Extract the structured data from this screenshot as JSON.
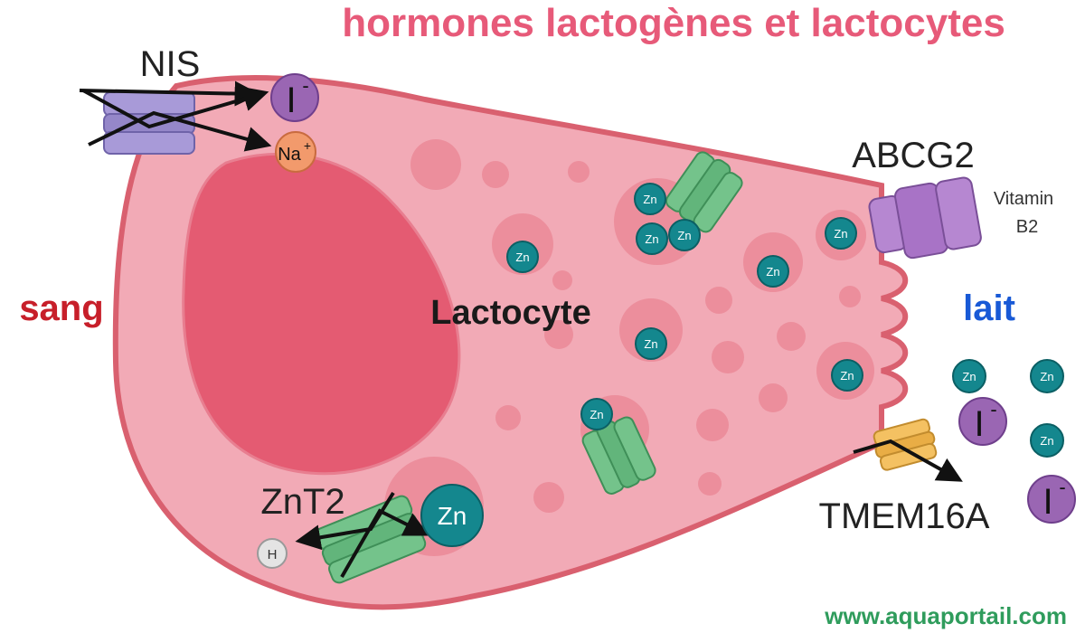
{
  "title": "hormones lactogènes et lactocytes",
  "labels": {
    "blood": "sang",
    "milk": "lait",
    "cell": "Lactocyte",
    "nis": "NIS",
    "abcg2": "ABCG2",
    "vitamin": "Vitamin",
    "b2": "B2",
    "znt2": "ZnT2",
    "tmem": "TMEM16A"
  },
  "ions": {
    "iodide": "I",
    "minus": "-",
    "sodium": "Na",
    "plus": "+",
    "zinc": "Zn",
    "hydrogen": "H"
  },
  "watermark": "www.aquaportail.com",
  "colors": {
    "cell_fill": "#f2aab6",
    "cell_border": "#d9606f",
    "nucleus": "#e45b72",
    "vesicle": "#ec8e9c",
    "zinc": "#14878e",
    "iodide": "#9a66b3",
    "sodium": "#f29a6c",
    "transporter_green": "#74c38b",
    "transporter_purple": "#a89ad8",
    "transporter_violet": "#b687d1",
    "transporter_orange": "#f4c162",
    "title": "#e75a79",
    "blood_label": "#c71f2a",
    "milk_label": "#1859d6",
    "watermark": "#2f9c5c"
  }
}
